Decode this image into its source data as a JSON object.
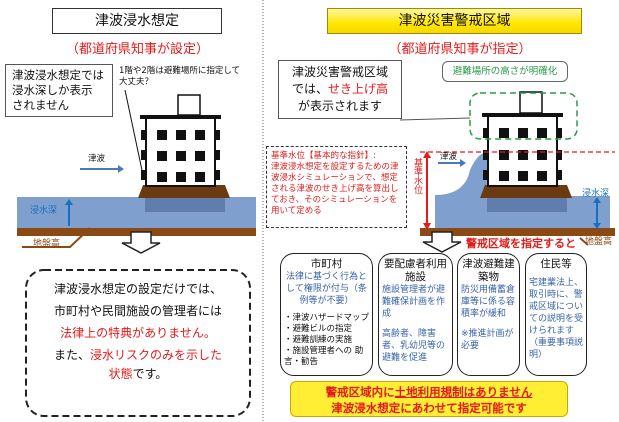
{
  "left": {
    "title": "津波浸水想定",
    "subtitle": "（都道府県知事が設定）",
    "callout": [
      "津波浸水想定では",
      "浸水深しか表示",
      "されません"
    ],
    "question": [
      "1階や2階は避難場所に指定して",
      "大丈夫？"
    ],
    "tsunami_label": "津波",
    "depth_label": "浸水深",
    "ground_label": "地盤高",
    "summary": {
      "line1": "津波浸水想定の設定だけでは、",
      "line2": "市町村や民間施設の管理者には",
      "line3_red": "法律上の特典がありません。",
      "line4_prefix": "また、",
      "line4_red": "浸水リスクのみを示した",
      "line5_red": "状態",
      "line5_suffix": "です。"
    }
  },
  "right": {
    "title": "津波災害警戒区域",
    "subtitle": "（都道府県知事が指定）",
    "callout": {
      "line1": "津波災害警戒区域",
      "line2_prefix": "では、",
      "line2_red": "せき上げ高",
      "line3": "が表示されます"
    },
    "green_label": "避難場所の高さが明確化",
    "standard_box": {
      "heading": "基準水位【基本的な指針】:",
      "body": "津波浸水想定を設定するための津波浸水シミュレーションで、想定される津波のせき上げ高を算出しておき、そのシミュレーションを用いて定める"
    },
    "standard_level_label": "基準水位",
    "tsunami_label": "津波",
    "depth_label": "浸水深",
    "ground_label": "地盤高",
    "when_designated": "警戒区域を指定すると",
    "boxes": [
      {
        "title": "市町村",
        "blue": "法律に基づく行為として権限が付与（条例等が不要）",
        "items": [
          "・津波ハザードマップ",
          "・避難ビルの指定",
          "・避難訓練の実施",
          "・施設管理者への 助言・勧告"
        ]
      },
      {
        "title": "要配慮者利用施設",
        "blue": "施設管理者が避難確保計画を作成",
        "blue2": "高齢者、障害者、乳幼児等の避難を促進"
      },
      {
        "title": "津波避難建築物",
        "blue": "防災用備蓄倉庫等に係る容積率が緩和",
        "blue2": "※推進計画が必要"
      },
      {
        "title": "住民等",
        "blue": "宅建業法上、取引時に、警戒区域についての説明を受けられます（重要事項説明）"
      }
    ],
    "banner": {
      "line1_prefix": "警戒区域内に",
      "line1_underlined": "土地利用規制はありません",
      "line2": "津波浸水想定にあわせて指定可能です"
    }
  },
  "colors": {
    "red": "#e31b1b",
    "water": "#7f9fcf",
    "ground": "#8b4a14",
    "yellow": "#ffee33",
    "green": "#2a9a4a"
  }
}
